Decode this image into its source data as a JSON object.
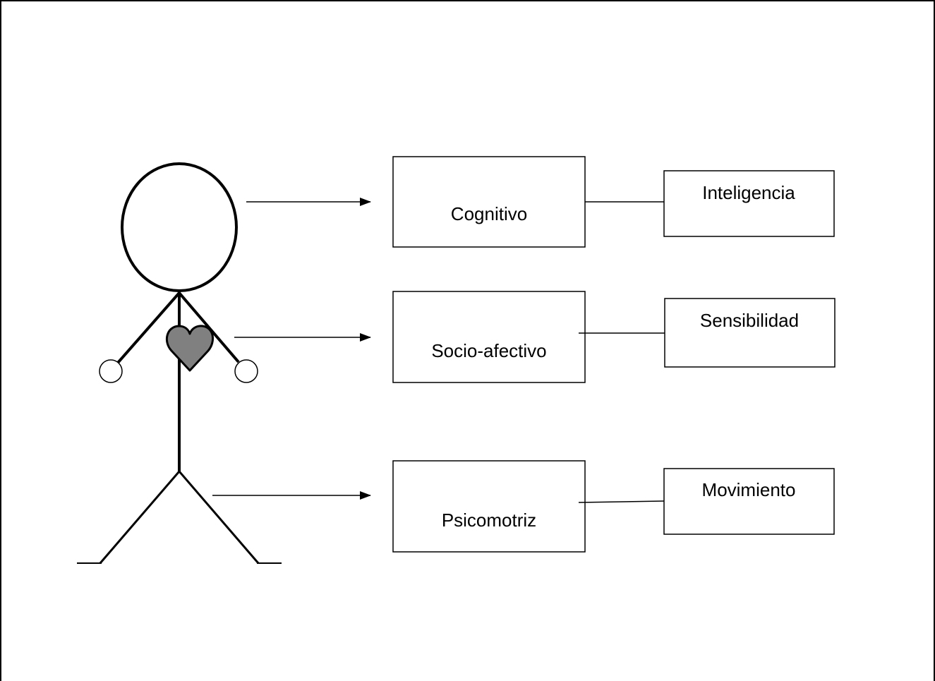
{
  "diagram": {
    "colors": {
      "stroke": "#000000",
      "heart_fill": "#808080",
      "background": "#ffffff"
    },
    "figure": {
      "name": "stick-figure",
      "heart_icon": "heart-icon"
    },
    "rows": [
      {
        "domain_label": "Cognitivo",
        "attribute_label": "Inteligencia"
      },
      {
        "domain_label": "Socio-afectivo",
        "attribute_label": "Sensibilidad"
      },
      {
        "domain_label": "Psicomotriz",
        "attribute_label": "Movimiento"
      }
    ]
  }
}
